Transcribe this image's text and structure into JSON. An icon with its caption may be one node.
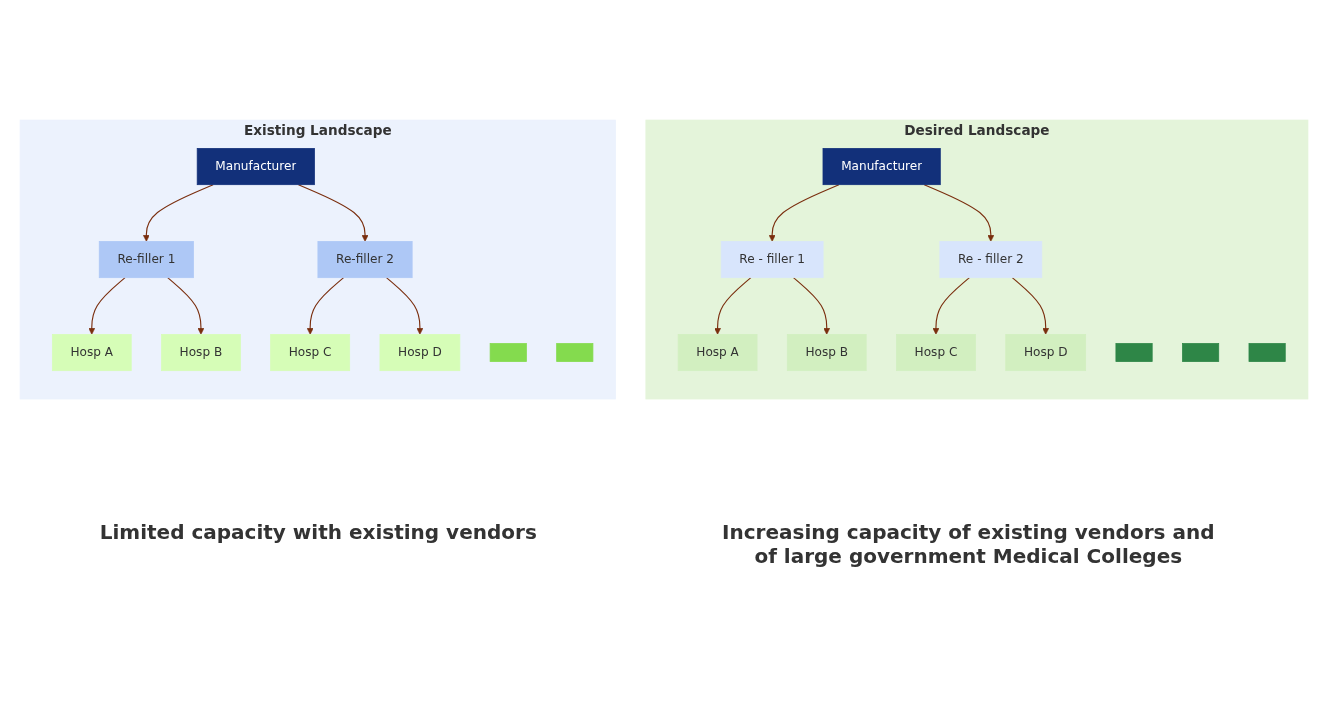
{
  "diagram": {
    "nodes": [
      {
        "text": [
          "Existing Landscape"
        ]
      },
      {
        "text": [
          "Manufacturer"
        ],
        "in": 0
      },
      {
        "text": [
          "Re-filler 1"
        ],
        "in": 0
      },
      {
        "text": [],
        "shape": "box",
        "in": 0
      },
      {
        "text": [
          "Re-filler 2"
        ],
        "in": 0
      },
      {
        "text": [],
        "shape": "box",
        "in": 0
      },
      {
        "text": [
          "Hosp A"
        ],
        "in": 0
      },
      {
        "text": [
          "Hosp B"
        ],
        "in": 0
      },
      {
        "text": [
          "Hosp C"
        ],
        "in": 0
      },
      {
        "text": [
          "Hosp D"
        ],
        "in": 0
      },
      {
        "text": [
          "Desired Landscape"
        ]
      },
      {
        "text": [
          "Manufacturer"
        ],
        "in": 10
      },
      {
        "text": [
          "Re - filler 1"
        ],
        "in": 10
      },
      {
        "text": [],
        "shape": "box",
        "in": 10
      },
      {
        "text": [
          "Re - filler 2"
        ],
        "in": 10
      },
      {
        "text": [],
        "shape": "box",
        "in": 10
      },
      {
        "text": [],
        "shape": "box",
        "in": 10
      },
      {
        "text": [
          "Hosp A"
        ],
        "in": 10
      },
      {
        "text": [
          "Hosp B"
        ],
        "in": 10
      },
      {
        "text": [
          "Hosp C"
        ],
        "in": 10
      },
      {
        "text": [
          "Hosp D"
        ],
        "in": 10
      }
    ],
    "edges": [
      {
        "from": 1,
        "to": 2,
        "arrow": "to"
      },
      {
        "from": 1,
        "to": 4,
        "arrow": "to"
      },
      {
        "from": 2,
        "to": 6,
        "arrow": "to"
      },
      {
        "from": 2,
        "to": 7,
        "arrow": "to"
      },
      {
        "from": 4,
        "to": 8,
        "arrow": "to"
      },
      {
        "from": 4,
        "to": 9,
        "arrow": "to"
      },
      {
        "from": 11,
        "to": 12,
        "arrow": "to"
      },
      {
        "from": 11,
        "to": 14,
        "arrow": "to"
      },
      {
        "from": 12,
        "to": 17,
        "arrow": "to"
      },
      {
        "from": 12,
        "to": 18,
        "arrow": "to"
      },
      {
        "from": 14,
        "to": 19,
        "arrow": "to"
      },
      {
        "from": 14,
        "to": 20,
        "arrow": "to"
      }
    ],
    "labels": [
      "Limited capacity with existing vendors",
      "Increasing capacity of existing vendors and of large government Medical Colleges"
    ]
  }
}
